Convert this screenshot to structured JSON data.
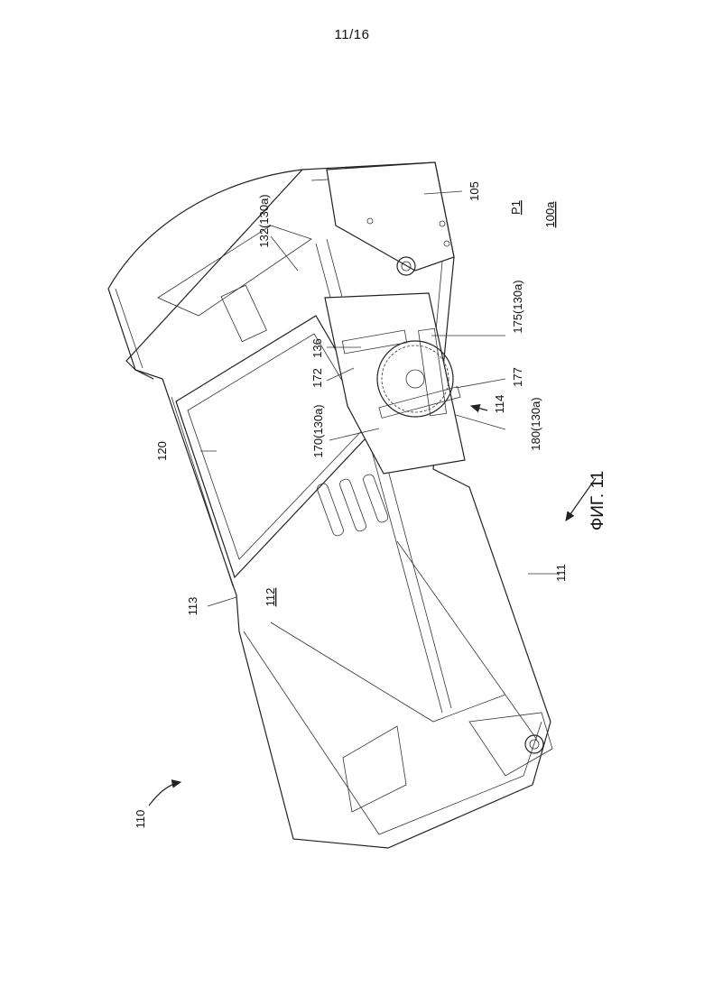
{
  "page": {
    "number": "11/16"
  },
  "figure": {
    "caption": "ФИГ. 11"
  },
  "labels": {
    "l110": "110",
    "l105": "105",
    "l132": "132(130a)",
    "lP1": "P1",
    "l100a": "100a",
    "l136": "136",
    "l172": "172",
    "l175": "175(130a)",
    "l177": "177",
    "l114": "114",
    "l180": "180(130a)",
    "l120": "120",
    "l170": "170(130a)",
    "l113": "113",
    "l112": "112",
    "l111": "111"
  }
}
